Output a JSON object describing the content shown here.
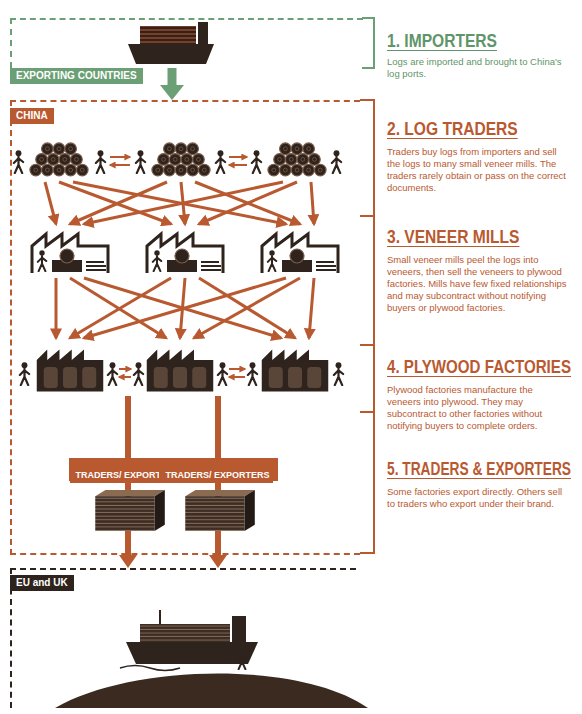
{
  "diagram": {
    "nodes": [
      {
        "text": [
          "EXPORTING COUNTRIES"
        ]
      },
      {
        "text": [
          "CHINA"
        ]
      },
      {
        "text": [
          "TRADERS/ EXPORTERS"
        ],
        "in": 1
      },
      {
        "text": [
          "TRADERS/ EXPORTERS"
        ],
        "in": 1
      },
      {
        "text": [
          "EU and UK"
        ]
      }
    ],
    "edges": [
      {
        "from": 0,
        "to": 1,
        "arrow": "to"
      },
      {
        "from": 2,
        "to": 4,
        "arrow": "to"
      },
      {
        "from": 3,
        "to": 4,
        "arrow": "to"
      }
    ],
    "labels": [
      "1. IMPORTERS",
      "Logs are imported and brought to China's log ports.",
      "2. LOG TRADERS",
      "Traders buy logs from importers and sell the logs to many small veneer mills. The traders rarely obtain or pass on the correct documents.",
      "3. VENEER MILLS",
      "Small veneer mills peel the logs into veneers, then sell the veneers to plywood factories. Mills have few fixed relationships and may subcontract without notifying buyers or plywood factories.",
      "4. PLYWOOD FACTORIES",
      "Plywood factories manufacture the veneers into plywood. They may subcontract to other factories without notifying buyers to complete orders.",
      "5. TRADERS & EXPORTERS",
      "Some factories export directly. Others sell to traders who export under their brand."
    ]
  }
}
